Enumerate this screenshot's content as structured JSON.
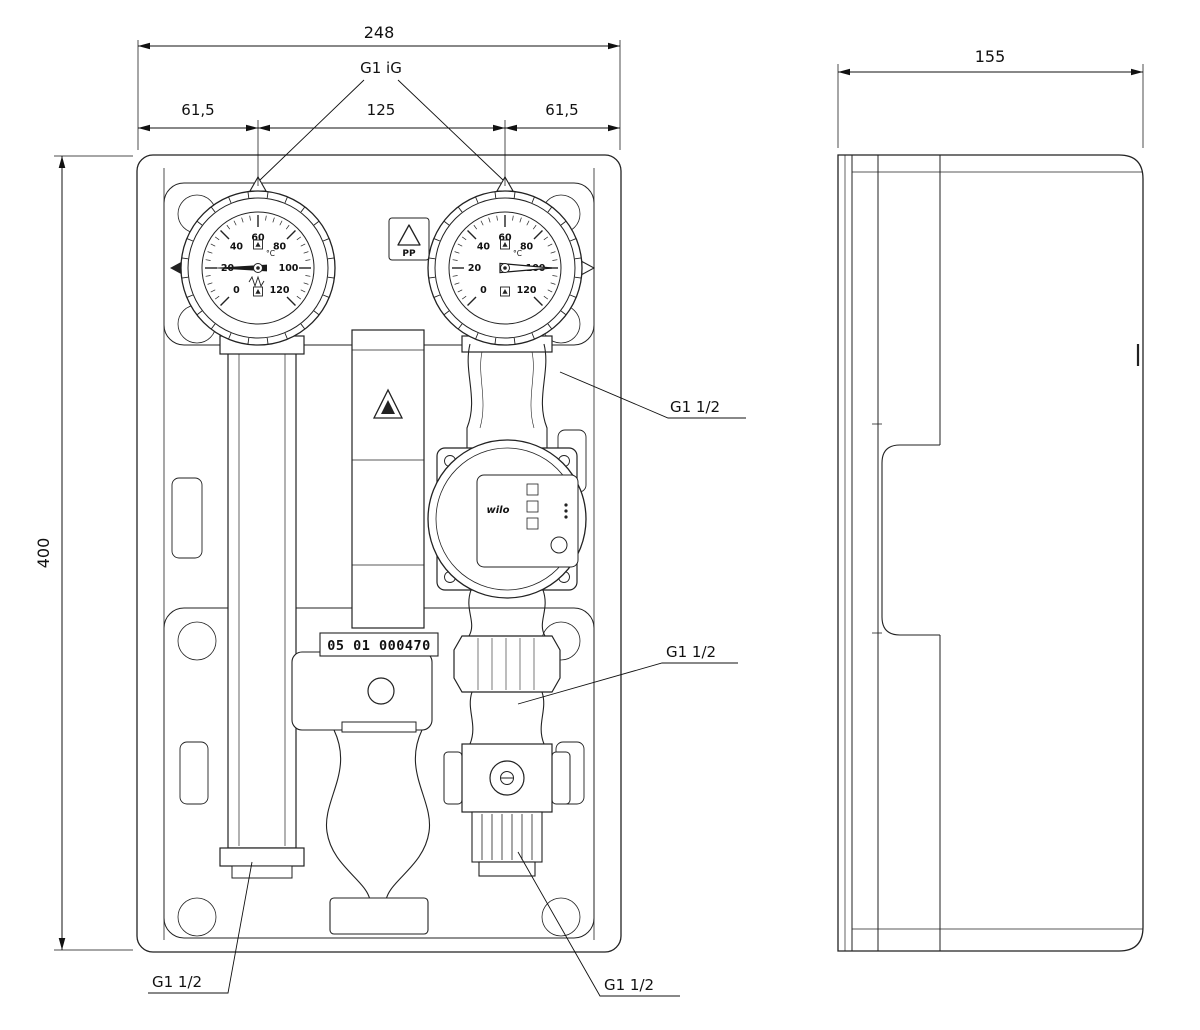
{
  "page": {
    "background": "#ffffff",
    "line_color": "#222222"
  },
  "dimensions": {
    "front_total_width": "248",
    "front_left_offset": "61,5",
    "front_center_span": "125",
    "front_right_offset": "61,5",
    "front_height": "400",
    "side_depth": "155"
  },
  "labels": {
    "top_connection": "G1 iG",
    "connection_half": "G1 1/2",
    "serial_number": "05 01 000470"
  },
  "gauge": {
    "numbers": [
      "0",
      "20",
      "40",
      "60",
      "80",
      "100",
      "120"
    ],
    "unit": "°C"
  },
  "pump": {
    "brand": "wilo"
  },
  "symbols": {
    "recycling_code": "PP"
  }
}
